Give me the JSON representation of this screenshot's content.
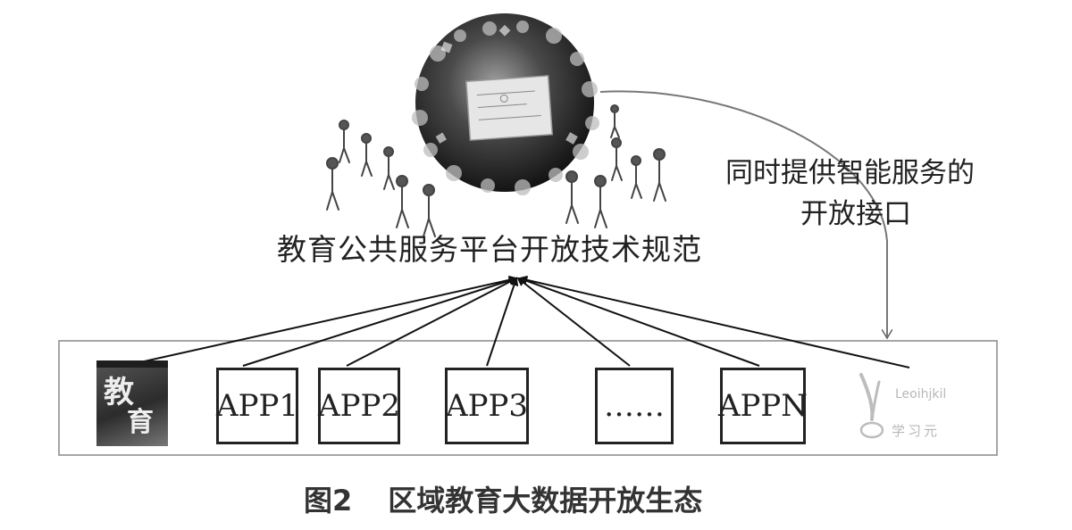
{
  "platform_label": "教育公共服务平台开放技术规范",
  "interface_label": {
    "line1": "同时提供智能服务的",
    "line2": "开放接口"
  },
  "apps": [
    {
      "label": "APP1"
    },
    {
      "label": "APP2"
    },
    {
      "label": "APP3"
    },
    {
      "label": "……"
    },
    {
      "label": "APPN"
    }
  ],
  "logo_left": {
    "glyph1": "教",
    "glyph2": "育"
  },
  "logo_right": {
    "brand": "Leoihjkil",
    "cn": "学习元"
  },
  "caption": {
    "figure": "图2",
    "title": "区域教育大数据开放生态"
  },
  "icons": [
    "globe-icon",
    "people-icon",
    "arrow-icon"
  ],
  "colors": {
    "line": "#222222",
    "globe": "#3a3a3a",
    "panel_border": "#888888"
  }
}
